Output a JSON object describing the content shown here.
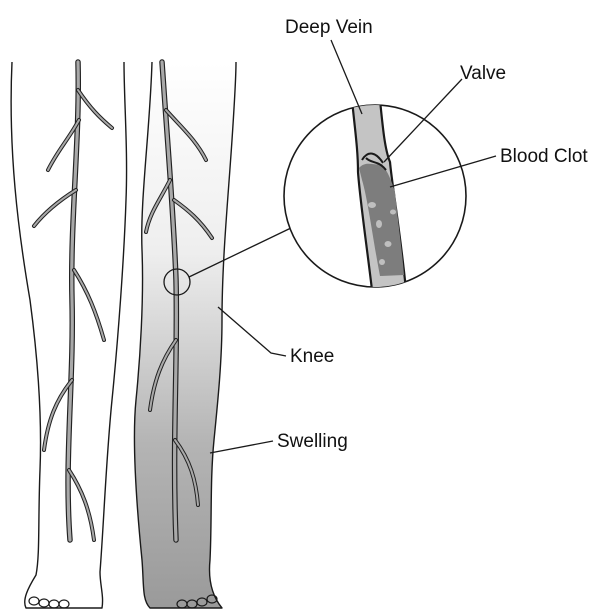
{
  "labels": {
    "deep_vein": "Deep Vein",
    "valve": "Valve",
    "blood_clot": "Blood Clot",
    "knee": "Knee",
    "swelling": "Swelling"
  },
  "colors": {
    "outline": "#1a1a1a",
    "vein_fill": "#a9a9a9",
    "swelling_top": "#f7f7f7",
    "swelling_bottom": "#9a9a9a",
    "clot": "#7d7d7d"
  }
}
